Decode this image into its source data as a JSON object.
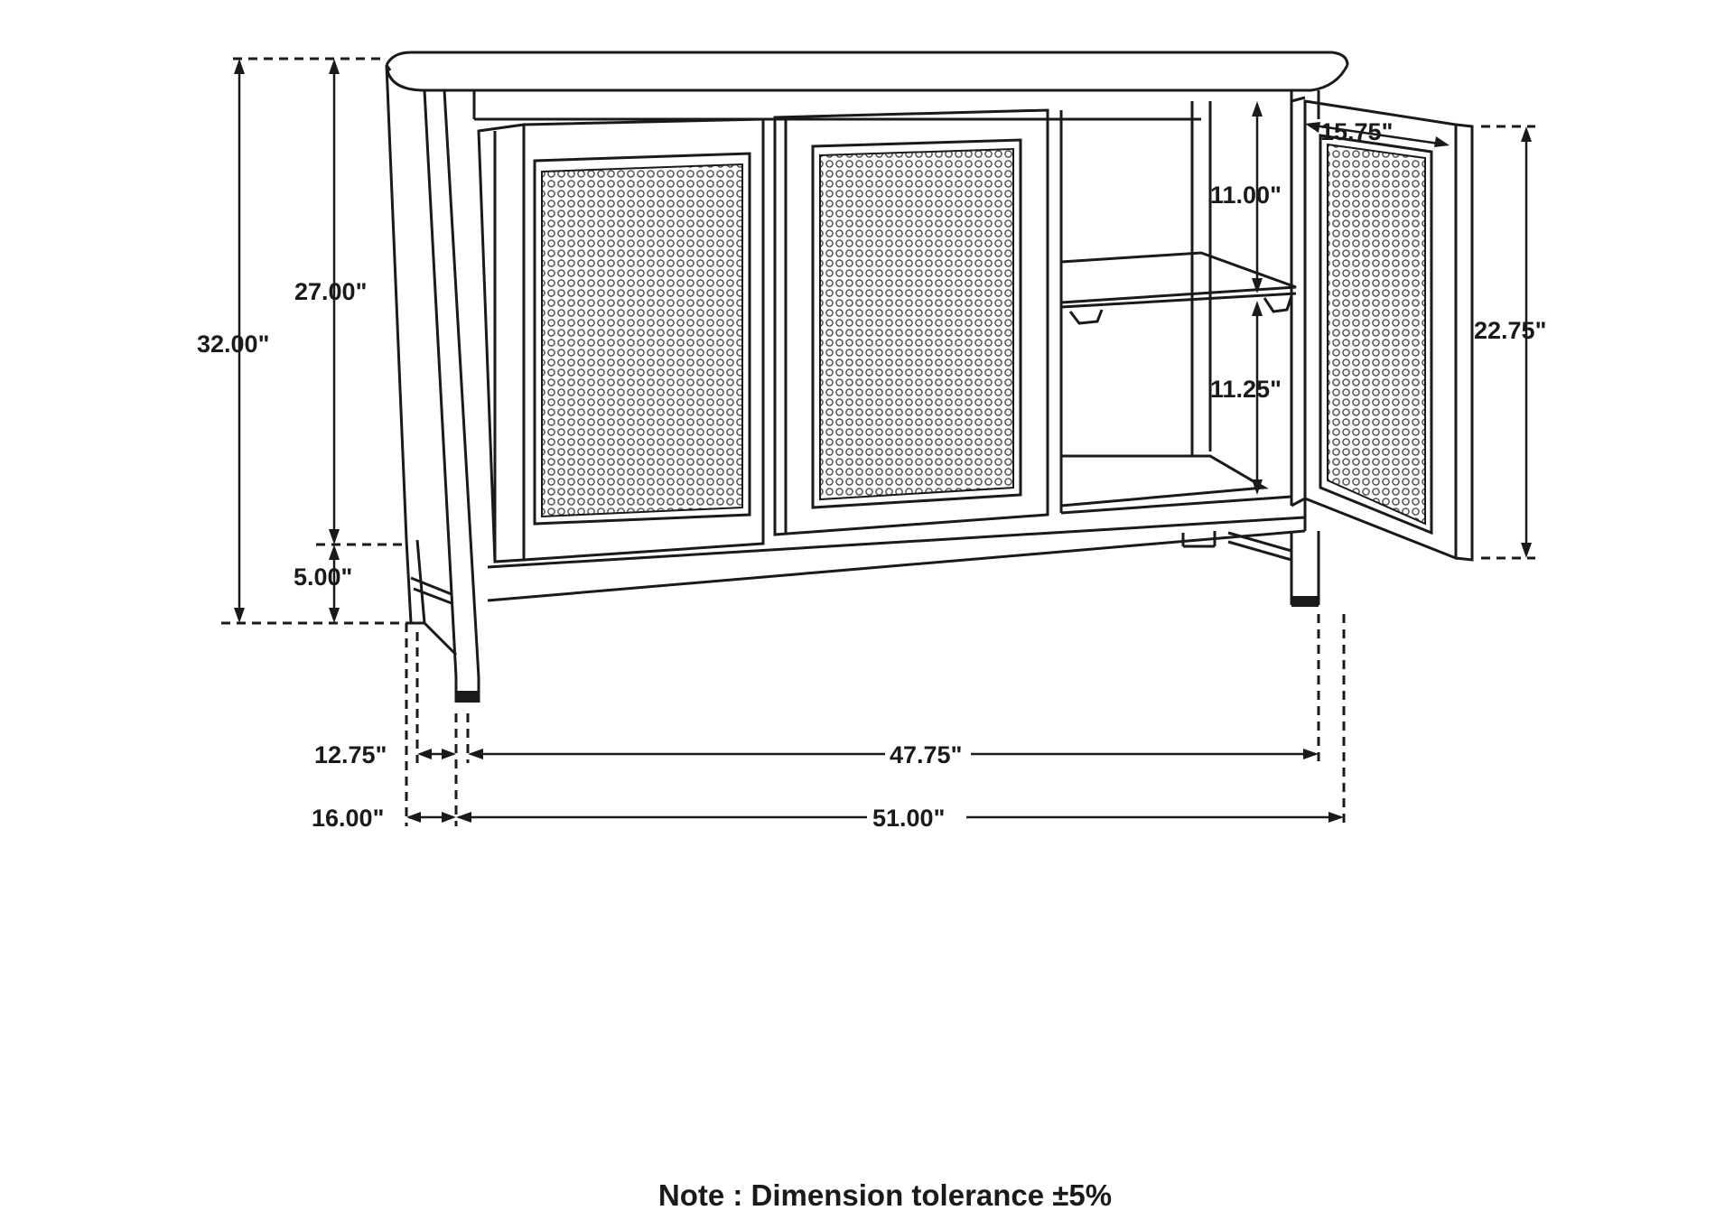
{
  "dimensions": {
    "overall_height": "32.00\"",
    "body_height": "27.00\"",
    "leg_height": "5.00\"",
    "shelf_upper": "11.00\"",
    "shelf_lower": "11.25\"",
    "door_width": "15.75\"",
    "door_height": "22.75\"",
    "inner_depth": "12.75\"",
    "inner_width": "47.75\"",
    "overall_depth": "16.00\"",
    "overall_width": "51.00\""
  },
  "note": "Note : Dimension tolerance ±5%",
  "colors": {
    "line": "#1a1a1a",
    "background": "#ffffff"
  }
}
